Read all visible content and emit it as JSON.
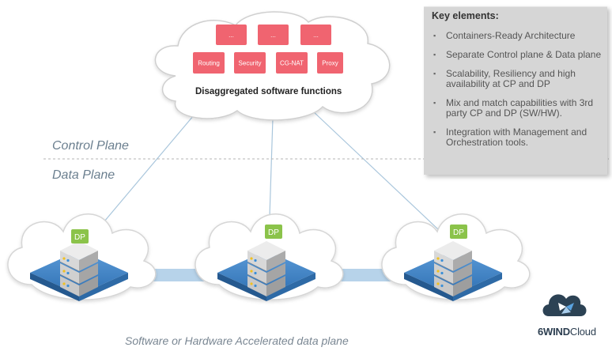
{
  "cloud": {
    "functions_top": [
      "...",
      "...",
      "..."
    ],
    "functions_bottom": [
      "Routing",
      "Security",
      "CG-NAT",
      "Proxy"
    ],
    "title": "Disaggregated software functions",
    "function_color": "#f06470"
  },
  "planes": {
    "control": "Control Plane",
    "data": "Data Plane"
  },
  "key_elements": {
    "title": "Key elements:",
    "items": [
      "Containers-Ready Architecture",
      "Separate Control plane & Data plane",
      "Scalability, Resiliency and high availability at CP and DP",
      "Mix and match capabilities with 3rd party CP and DP (SW/HW).",
      "Integration with Management and Orchestration tools."
    ]
  },
  "nodes": [
    {
      "label": "DP"
    },
    {
      "label": "DP"
    },
    {
      "label": "DP"
    }
  ],
  "caption": "Software or Hardware Accelerated data plane",
  "brand": {
    "part1": "6WIND",
    "part2": "Cloud",
    "icon": "6wind-cloud-logo-icon"
  },
  "colors": {
    "dp_badge": "#8bc34a",
    "platform": "#3d7fc1",
    "link": "#b7d3ea",
    "cloud_outline": "#d4d4d4"
  }
}
